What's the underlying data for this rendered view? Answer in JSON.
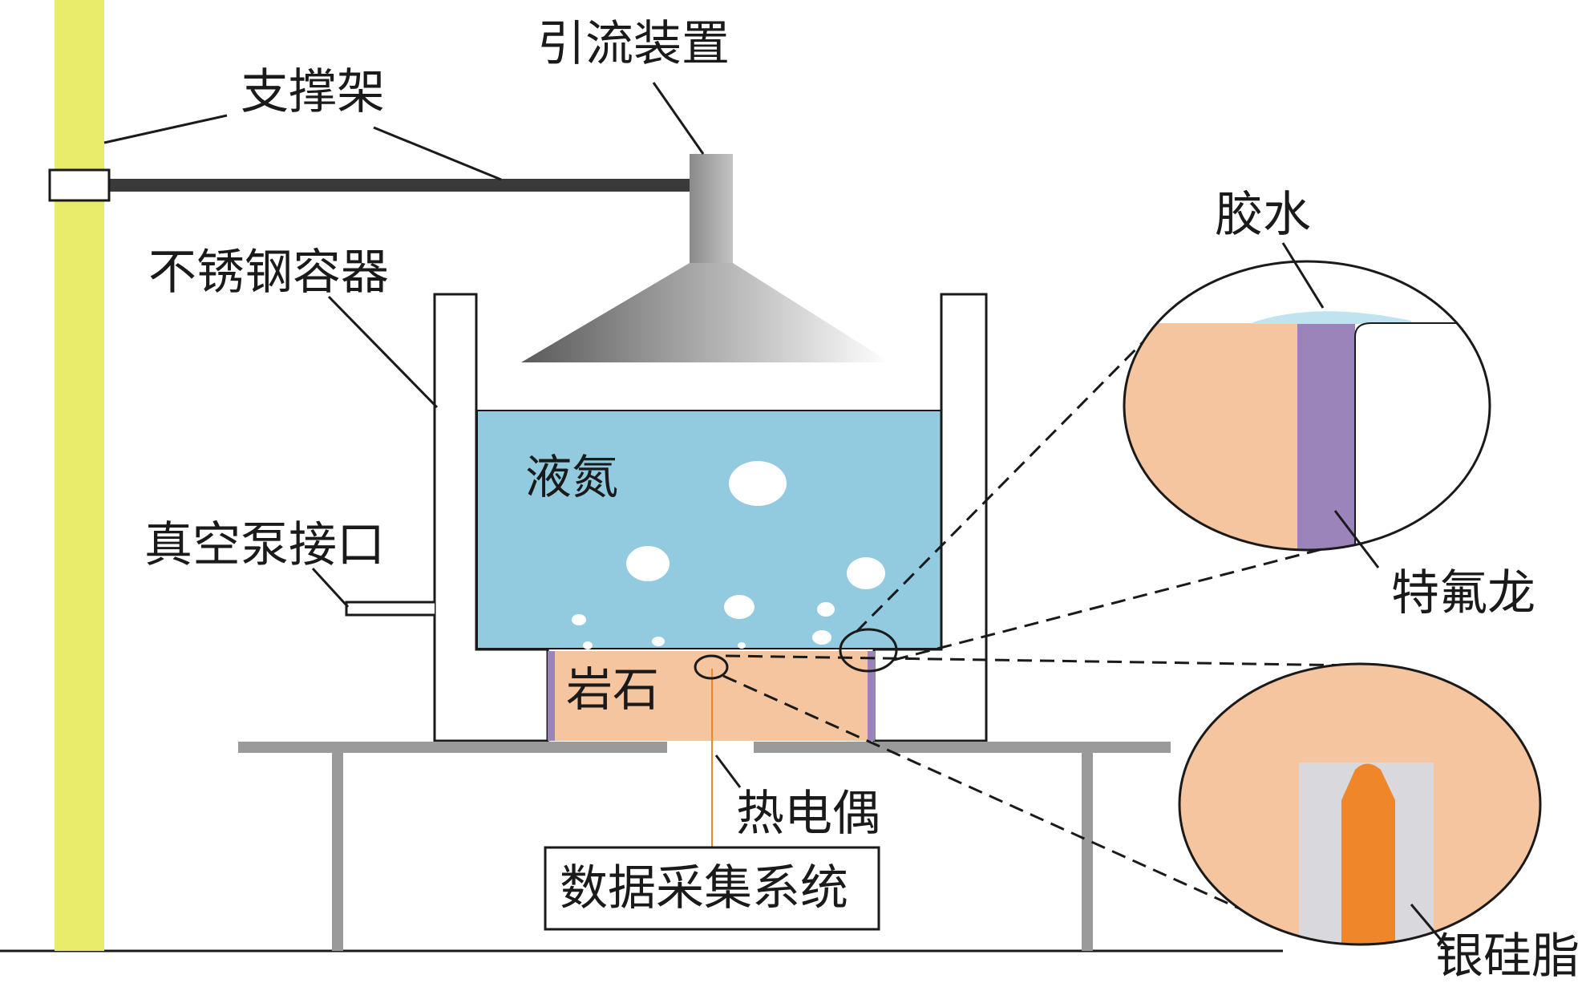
{
  "labels": {
    "drainage": "引流装置",
    "support_frame": "支撑架",
    "container": "不锈钢容器",
    "liquid_nitrogen": "液氮",
    "vacuum_port": "真空泵接口",
    "rock": "岩石",
    "thermocouple": "热电偶",
    "daq": "数据采集系统",
    "glue": "胶水",
    "teflon": "特氟龙",
    "silicone_grease": "银硅脂"
  },
  "colors": {
    "pole": "#e9ec6a",
    "bar": "#3a3a3a",
    "liquid": "#92cae0",
    "rock": "#f5c5a0",
    "teflon": "#9b84b9",
    "glue": "#bfe3ef",
    "grease": "#d9d9dd",
    "thermocouple_core": "#ef8629",
    "stand": "#9a9a9a"
  }
}
